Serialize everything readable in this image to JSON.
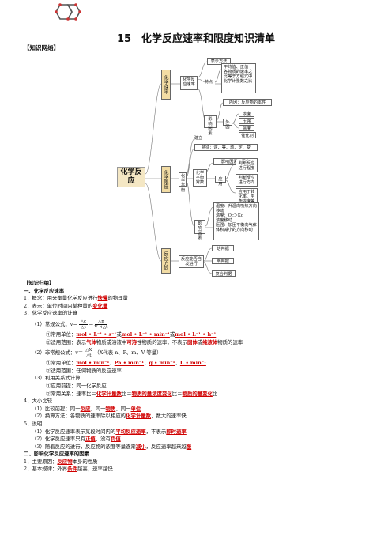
{
  "title": "15　化学反应速率和限度知识清单",
  "network_label": "【知识网络】",
  "summary_label": "【知识归纳】",
  "mindmap": {
    "center": "化学反应",
    "branches": [
      {
        "label": "化学速率",
        "first_char": "化",
        "rest": "学速率"
      },
      {
        "label": "化学限度",
        "first_char": "化",
        "rest": "学限度"
      },
      {
        "label": "反应方向"
      }
    ],
    "rate": {
      "root": "化学反应速率",
      "features": "特点",
      "representation": "表示方法",
      "feature_items": [
        "平均值、正值",
        "各物质的速率之",
        "比等于方程式中",
        "化学计量数之比"
      ],
      "influence": "影响因素",
      "internal": "内因：反应物的本性",
      "external": "外因",
      "external_items": [
        "浓度",
        "压强",
        "温度",
        "催化剂"
      ]
    },
    "limit": {
      "establish": "建立",
      "features": "特征：逆、等、动、定、变",
      "root": "化学平衡",
      "factors": "影响因素：温度",
      "constant": "化学平衡常数",
      "application": "应用",
      "app_items": [
        "判断反应进行程度",
        "判断反应进行方向",
        "应用于转化率、平衡浓度等的计算"
      ],
      "influence": "影响因素",
      "infl_items": [
        "温度：升温向吸热方向移动",
        "浓度：Qc＞Kc",
        "浓度移动",
        "压强：加压平衡向气体体积减小的方向移动"
      ]
    },
    "direction": {
      "root": "反应能否自发进行",
      "items": [
        "焓判据",
        "熵判据",
        "复合判据"
      ]
    }
  },
  "content": {
    "s1": "一、化学反应速率",
    "l1a": "1．概念：用来衡量化学反应进行",
    "l1b": "快慢",
    "l1c": "的物理量",
    "l2a": "2．表示：单位时间内某种量的",
    "l2b": "变化量",
    "l3": "3．化学反应速率的计算",
    "f1a": "（1）常规公式：v＝",
    "f1_num1": "△c",
    "f1_den1": "△t",
    "f1_eq": "＝",
    "f1_num2": "△n",
    "f1_den2": "V ×△t",
    "u1a": "①常用单位：",
    "u1b": "mol • L⁻¹ • s⁻¹",
    "u1c": "或",
    "u1d": "mol • L⁻¹ • min⁻¹",
    "u1e": "或",
    "u1f": "mol • L⁻¹ • h⁻¹",
    "r1a": "②适用范围：表示",
    "r1b": "气体",
    "r1c": "物质或溶液中",
    "r1d": "可溶",
    "r1e": "性物质的速率，不表示",
    "r1f": "固体",
    "r1g": "或",
    "r1h": "纯液体",
    "r1i": "物质的速率",
    "f2a": "（2）非常规公式：v＝",
    "f2_num": "△X",
    "f2_den": "△t",
    "f2b": "（X代表 n、P、m、V 等量）",
    "u2a": "①常用单位：",
    "u2b": "mol • min⁻¹",
    "u2sep": "、",
    "u2c": "Pa • min⁻¹",
    "u2d": "g • min⁻¹",
    "u2e": "L • min⁻¹",
    "r2": "②适用范围：任何物质的反应速率",
    "p3": "（3）利用关系式计算",
    "p3a": "①应用前提：同一化学反应",
    "p3b1": "②常用关系：速率比＝",
    "p3b2": "化学计量数",
    "p3b3": "比＝",
    "p3b4": "物质的量浓度变化",
    "p3b5": "比＝",
    "p3b6": "物质的量变化",
    "p3b7": "比",
    "l4": "4．大小比较",
    "c1a": "（1）比较前提：同一",
    "c1b": "反应",
    "c1c": "，同一",
    "c1d": "物质",
    "c1e": "，同一",
    "c1f": "单位",
    "c2a": "（2）换算方法：各物质的速率除以相应的",
    "c2b": "化学计量数",
    "c2c": "，数大的速率快",
    "l5": "5．说明",
    "n1a": "（1）化学反应速率表示某段时间内的",
    "n1b": "平均反应速率",
    "n1c": "，不表示",
    "n1d": "即时速率",
    "n2a": "（2）化学反应速率只有",
    "n2b": "正值",
    "n2c": "，没有",
    "n2d": "负值",
    "n3a": "（3）随着反应的进行，反应物的浓度等量逐渐",
    "n3b": "减小",
    "n3c": "，反应速率越来越",
    "n3d": "慢",
    "s2": "二、影响化学反应速率的因素",
    "m1a": "1．主要原因：",
    "m1b": "反应物",
    "m1c": "本身的性质",
    "m2a": "2．基本规律：外界",
    "m2b": "条件",
    "m2c": "越高，速率越快"
  },
  "colors": {
    "emphasis": "#d00000",
    "node_fill": "#f2dca4",
    "center_fill": "#f4e7c4"
  }
}
